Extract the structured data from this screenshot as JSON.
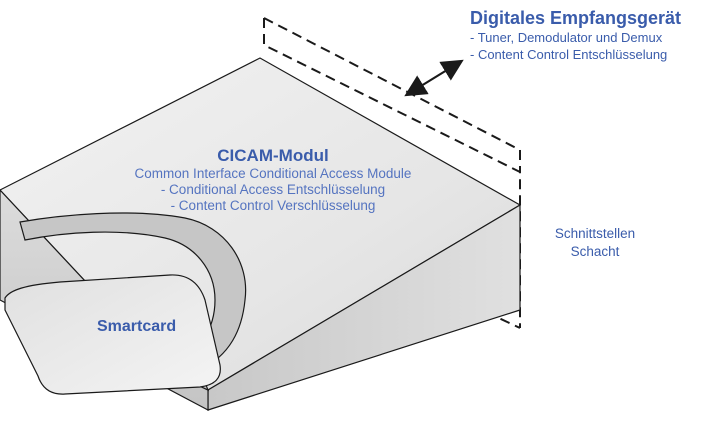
{
  "device": {
    "title": "Digitales Empfangsgerät",
    "line1": "- Tuner, Demodulator und Demux",
    "line2": "- Content Control Entschlüsselung"
  },
  "module": {
    "title": "CICAM-Modul",
    "line1": "Common Interface Conditional Access Module",
    "line2": "- Conditional Access Entschlüsselung",
    "line3": "- Content Control Verschlüsselung"
  },
  "slot": {
    "line1": "Schnittstellen",
    "line2": "Schacht"
  },
  "smartcard": {
    "label": "Smartcard"
  },
  "colors": {
    "text": "#3a5cab",
    "box_top": "#e8e8e8",
    "box_side": "#d0d0d0",
    "outline": "#1a1a1a"
  }
}
